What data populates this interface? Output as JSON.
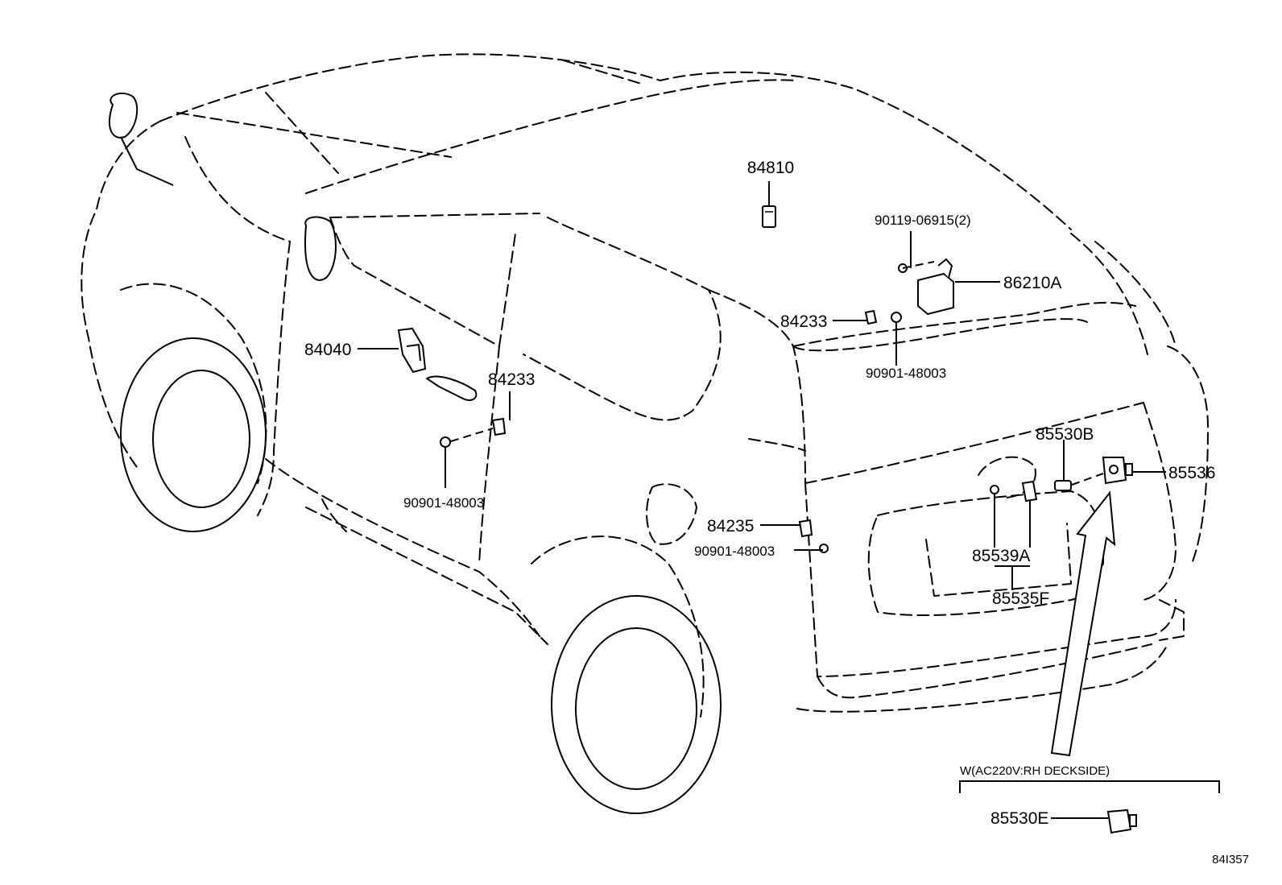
{
  "callouts": {
    "c84810": "84810",
    "c90119": "90119-06915(2)",
    "c86210A": "86210A",
    "c84233_top": "84233",
    "c90901_top": "90901-48003",
    "c84040": "84040",
    "c84233_mid": "84233",
    "c90901_left": "90901-48003",
    "c84235": "84235",
    "c90901_bottom": "90901-48003",
    "c85530B": "85530B",
    "c85536": "85536",
    "c85539A": "85539A",
    "c85535F": "85535F",
    "c85530E": "85530E"
  },
  "variant_note": "W(AC220V:RH DECKSIDE)",
  "figure_id": "84I357"
}
